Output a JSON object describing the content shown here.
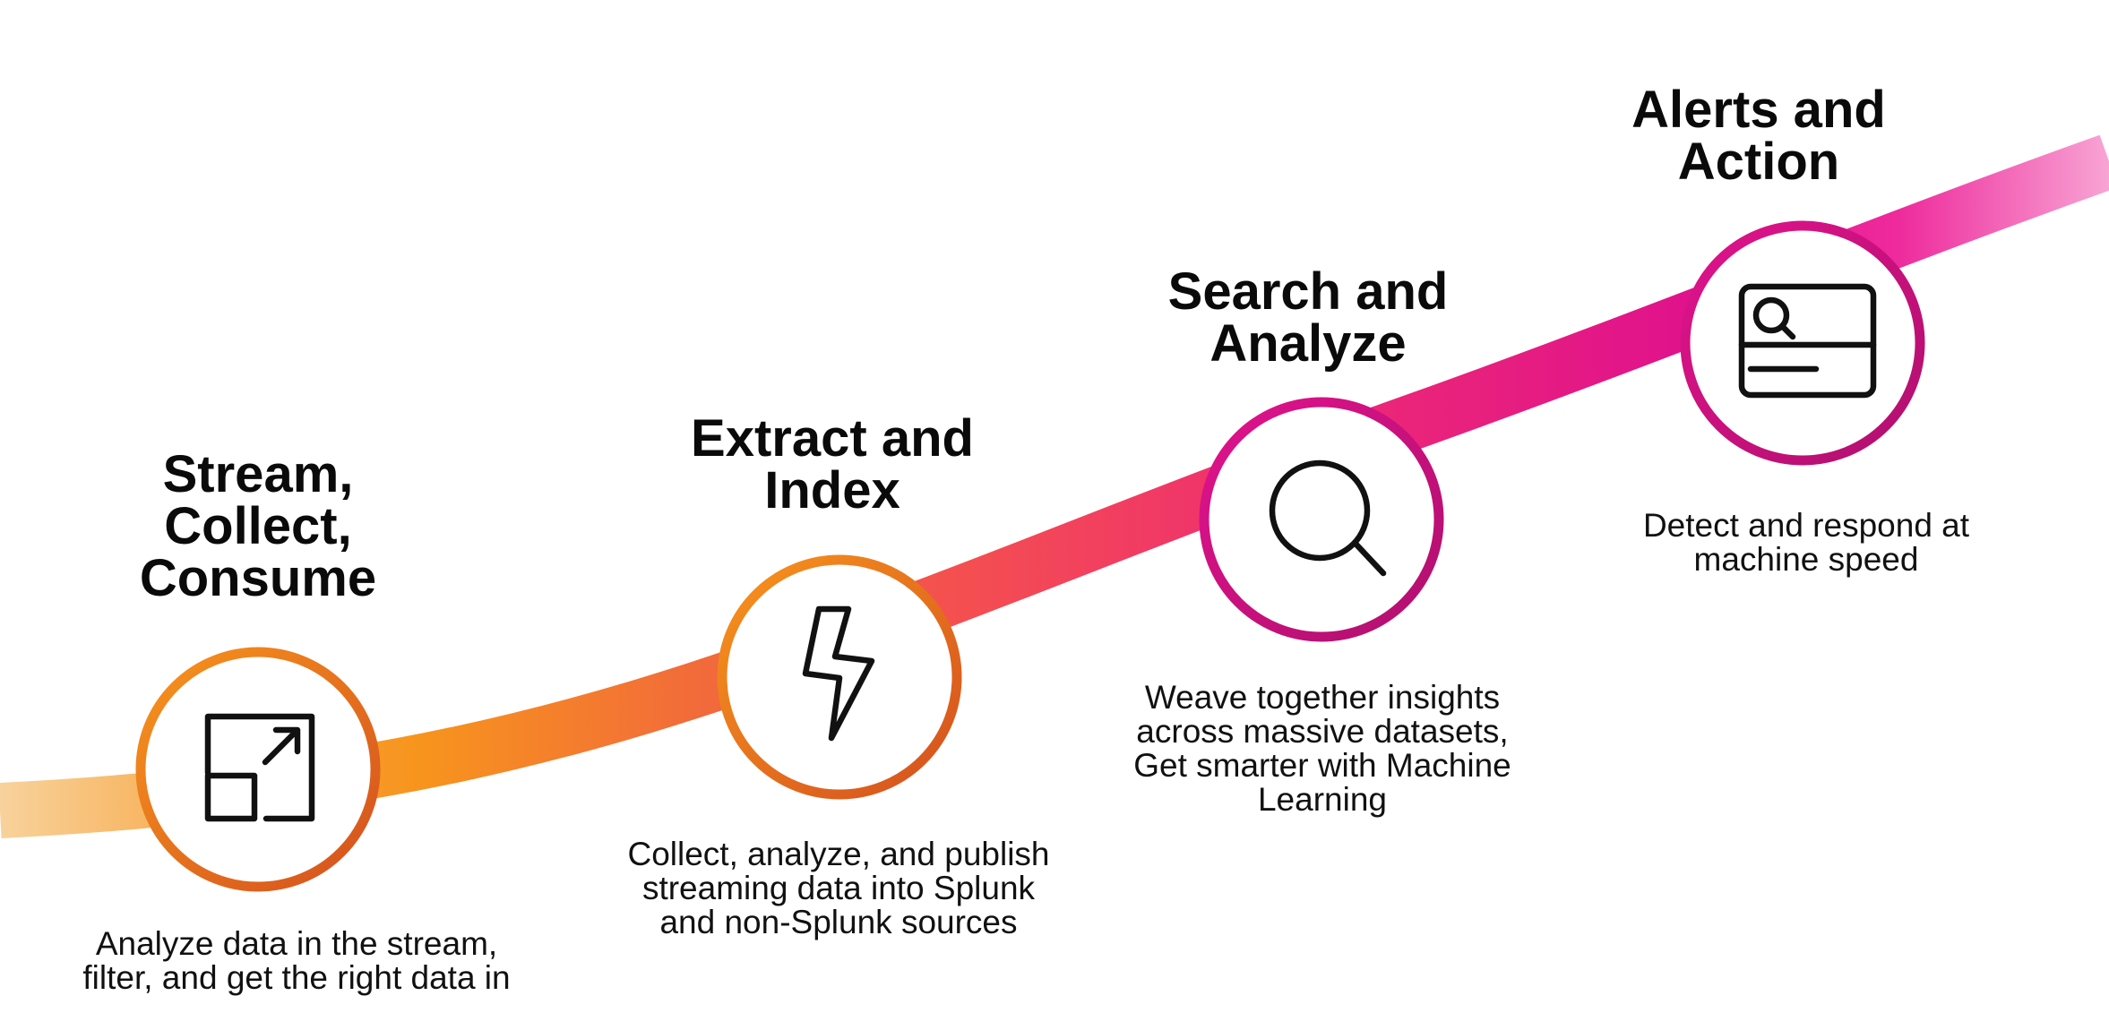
{
  "colors": {
    "orange_light": "#f8d29c",
    "orange": "#f7941d",
    "orange_dark": "#d6541e",
    "red": "#f4504f",
    "magenta": "#e0128c",
    "magenta_dark": "#b0106e",
    "pink_light": "#f698cc"
  },
  "steps": [
    {
      "title": "Stream,\nCollect,\nConsume",
      "description": "Analyze data in the stream,\nfilter, and get the right data in",
      "icon": "expand-arrow-icon"
    },
    {
      "title": "Extract and\nIndex",
      "description": "Collect, analyze, and publish\nstreaming data into Splunk\nand non-Splunk sources",
      "icon": "lightning-bolt-icon"
    },
    {
      "title": "Search and\nAnalyze",
      "description": "Weave together insights\nacross massive datasets,\nGet smarter with Machine\nLearning",
      "icon": "magnifier-icon"
    },
    {
      "title": "Alerts and\nAction",
      "description": "Detect and respond at\nmachine speed",
      "icon": "search-dashboard-icon"
    }
  ]
}
